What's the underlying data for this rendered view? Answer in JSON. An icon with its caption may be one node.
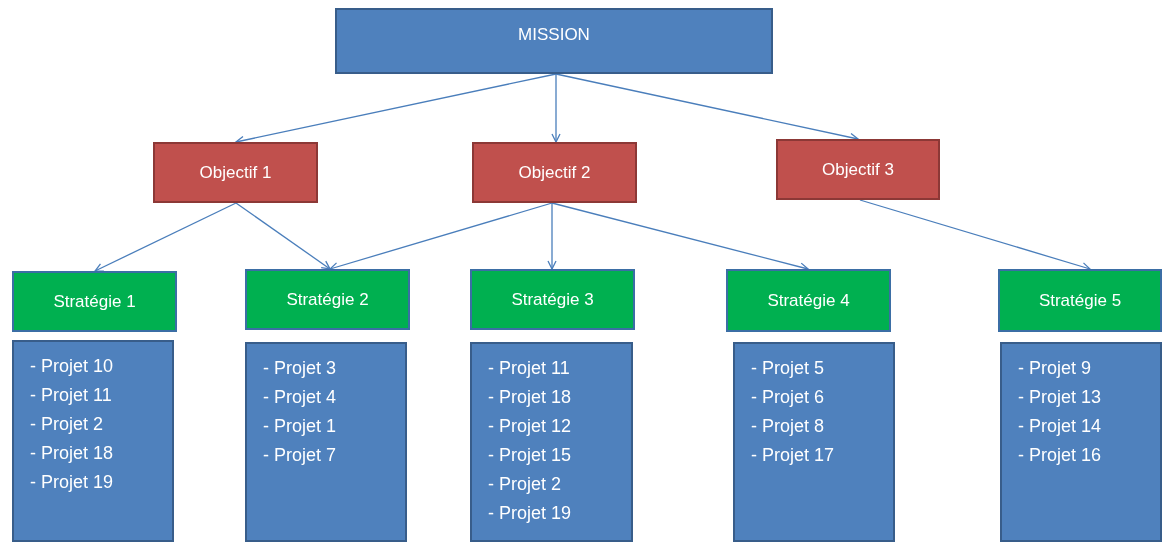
{
  "diagram": {
    "nodes": [
      {
        "text": [
          "MISSION"
        ]
      },
      {
        "text": [
          "Objectif 1"
        ]
      },
      {
        "text": [
          "Objectif 2"
        ]
      },
      {
        "text": [
          "Objectif 3"
        ]
      },
      {
        "text": [
          "Stratégie 1"
        ]
      },
      {
        "text": [
          "Stratégie 2"
        ]
      },
      {
        "text": [
          "Stratégie 3"
        ]
      },
      {
        "text": [
          "Stratégie 4"
        ]
      },
      {
        "text": [
          "Stratégie 5"
        ]
      },
      {
        "text": [
          "- Projet 10",
          "- Projet 11",
          "- Projet 2",
          "- Projet 18",
          "- Projet 19"
        ]
      },
      {
        "text": [
          "- Projet 3",
          "- Projet 4",
          "- Projet 1",
          "- Projet 7"
        ]
      },
      {
        "text": [
          "- Projet 11",
          "- Projet 18",
          "- Projet 12",
          "- Projet 15",
          "- Projet 2",
          "- Projet 19"
        ]
      },
      {
        "text": [
          "- Projet 5",
          "- Projet 6",
          "- Projet 8",
          "- Projet 17"
        ]
      },
      {
        "text": [
          "- Projet 9",
          "- Projet 13",
          "- Projet 14",
          "- Projet 16"
        ]
      }
    ],
    "edges": [
      {
        "from": 0,
        "to": 1,
        "arrow": "to"
      },
      {
        "from": 0,
        "to": 2,
        "arrow": "to"
      },
      {
        "from": 0,
        "to": 3,
        "arrow": "to"
      },
      {
        "from": 1,
        "to": 4,
        "arrow": "to"
      },
      {
        "from": 1,
        "to": 5,
        "arrow": "to"
      },
      {
        "from": 2,
        "to": 5,
        "arrow": "to"
      },
      {
        "from": 2,
        "to": 6,
        "arrow": "to"
      },
      {
        "from": 2,
        "to": 7,
        "arrow": "to"
      },
      {
        "from": 3,
        "to": 8,
        "arrow": "to"
      }
    ]
  }
}
